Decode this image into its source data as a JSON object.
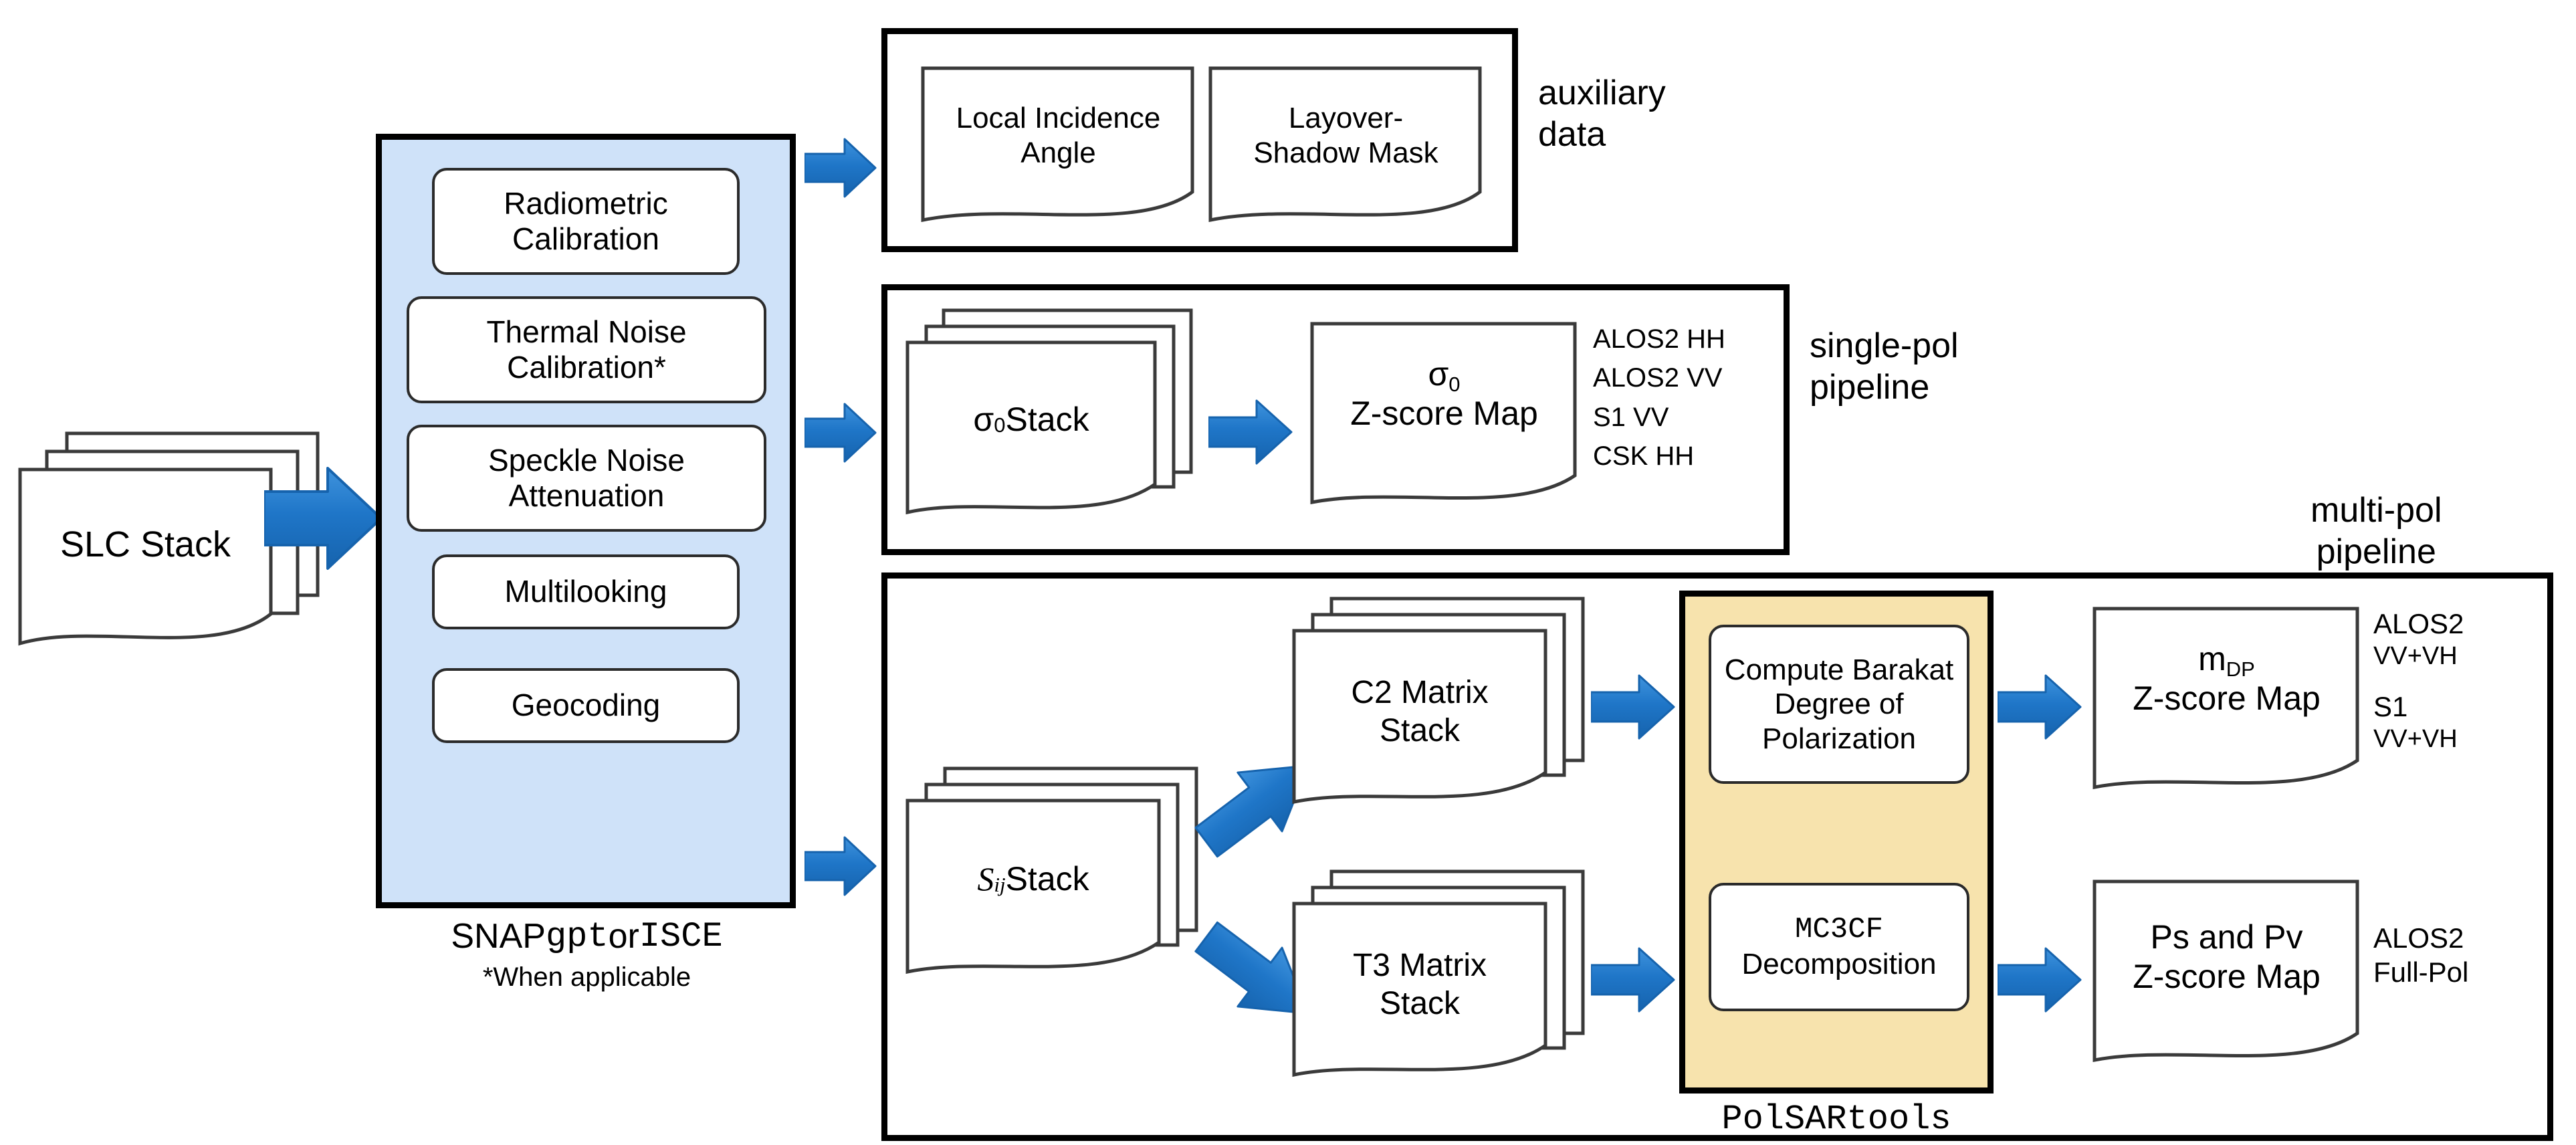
{
  "diagram": {
    "title": "SAR processing pipeline flowchart",
    "colors": {
      "preprocessing_panel": "#cfe2f9",
      "polsartools_panel": "#f7e3ad",
      "arrow": "#1f76c8",
      "border": "#000000"
    }
  },
  "input": {
    "slc_stack": "SLC Stack"
  },
  "preprocessing": {
    "steps": [
      {
        "label_line1": "Radiometric",
        "label_line2": "Calibration"
      },
      {
        "label_line1": "Thermal Noise",
        "label_line2": "Calibration*"
      },
      {
        "label_line1": "Speckle Noise",
        "label_line2": "Attenuation"
      },
      {
        "label_line1": "Multilooking",
        "label_line2": ""
      },
      {
        "label_line1": "Geocoding",
        "label_line2": ""
      }
    ],
    "caption_snap": "SNAP ",
    "caption_gpt": "gpt",
    "caption_or": " or ",
    "caption_isce": "ISCE",
    "footnote": "*When applicable"
  },
  "auxiliary": {
    "group_label": "auxiliary\ndata",
    "items": [
      {
        "line1": "Local Incidence",
        "line2": "Angle"
      },
      {
        "line1": "Layover-",
        "line2": "Shadow Mask"
      }
    ]
  },
  "single_pol": {
    "group_label": "single-pol\npipeline",
    "stack_symbol": "σ",
    "stack_sub": "0",
    "stack_word": " Stack",
    "map_symbol": "σ",
    "map_sub": "0",
    "map_line2": "Z-score Map",
    "sensors": [
      "ALOS2 HH",
      "ALOS2 VV",
      "S1 VV",
      "CSK HH"
    ]
  },
  "multi_pol": {
    "group_label": "multi-pol\npipeline",
    "sij_symbol": "S",
    "sij_sub": "ij",
    "sij_word": " Stack",
    "matrix_stacks": [
      {
        "line1": "C2 Matrix",
        "line2": "Stack"
      },
      {
        "line1": "T3 Matrix",
        "line2": "Stack"
      }
    ],
    "polsartools": {
      "caption": "PolSARtools",
      "processes": [
        {
          "line1": "Compute Barakat",
          "line2": "Degree of",
          "line3": "Polarization",
          "mono": false
        },
        {
          "line1": "MC3CF",
          "line2": "Decomposition",
          "line3": "",
          "mono": true
        }
      ]
    },
    "outputs": [
      {
        "symbol": "m",
        "sub": "DP",
        "line2": "Z-score Map",
        "sensors": [
          "ALOS2",
          "VV+VH",
          "S1",
          "VV+VH"
        ]
      },
      {
        "symbol": "Ps and Pv",
        "sub": "",
        "line2": "Z-score Map",
        "sensors": [
          "ALOS2",
          "Full-Pol"
        ]
      }
    ]
  }
}
